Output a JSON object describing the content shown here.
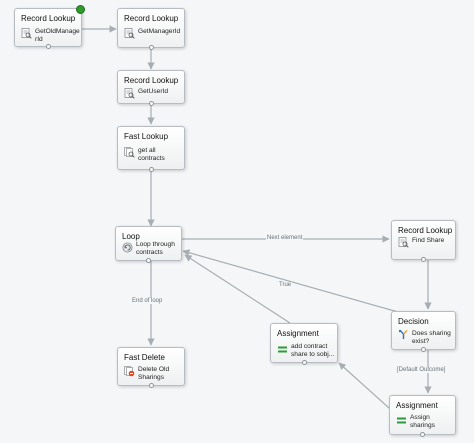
{
  "nodes": {
    "getOldManagerId": {
      "type": "Record Lookup",
      "label": "GetOldManage\nrId",
      "icon": "record-lookup-icon"
    },
    "getManagerId": {
      "type": "Record Lookup",
      "label": "GetManagerId",
      "icon": "record-lookup-icon"
    },
    "getUserId": {
      "type": "Record Lookup",
      "label": "GetUserId",
      "icon": "record-lookup-icon"
    },
    "getAllContracts": {
      "type": "Fast Lookup",
      "label": "get all\ncontracts",
      "icon": "fast-lookup-icon"
    },
    "loopContracts": {
      "type": "Loop",
      "label": "Loop through\ncontracts",
      "icon": "loop-icon"
    },
    "findShare": {
      "type": "Record Lookup",
      "label": "Find Share",
      "icon": "record-lookup-icon"
    },
    "doesSharingExist": {
      "type": "Decision",
      "label": "Does sharing\nexist?",
      "icon": "decision-icon"
    },
    "addContractShare": {
      "type": "Assignment",
      "label": "add contract\nshare to sobj...",
      "icon": "assignment-icon"
    },
    "deleteOldSharings": {
      "type": "Fast Delete",
      "label": "Delete Old\nSharings",
      "icon": "fast-delete-icon"
    },
    "assignSharings": {
      "type": "Assignment",
      "label": "Assign\nsharings",
      "icon": "assignment-icon"
    }
  },
  "edges": {
    "next_element": "Next element",
    "end_of_loop": "End of loop",
    "true": "True",
    "default_outcome": "[Default Outcome]"
  },
  "colors": {
    "edge": "#a7aeb3",
    "start_badge": "#2d9c2d",
    "assignment_icon": "#2e9b3a",
    "delete_icon": "#d84a2a",
    "decision_icon": "#2f6fb5"
  }
}
